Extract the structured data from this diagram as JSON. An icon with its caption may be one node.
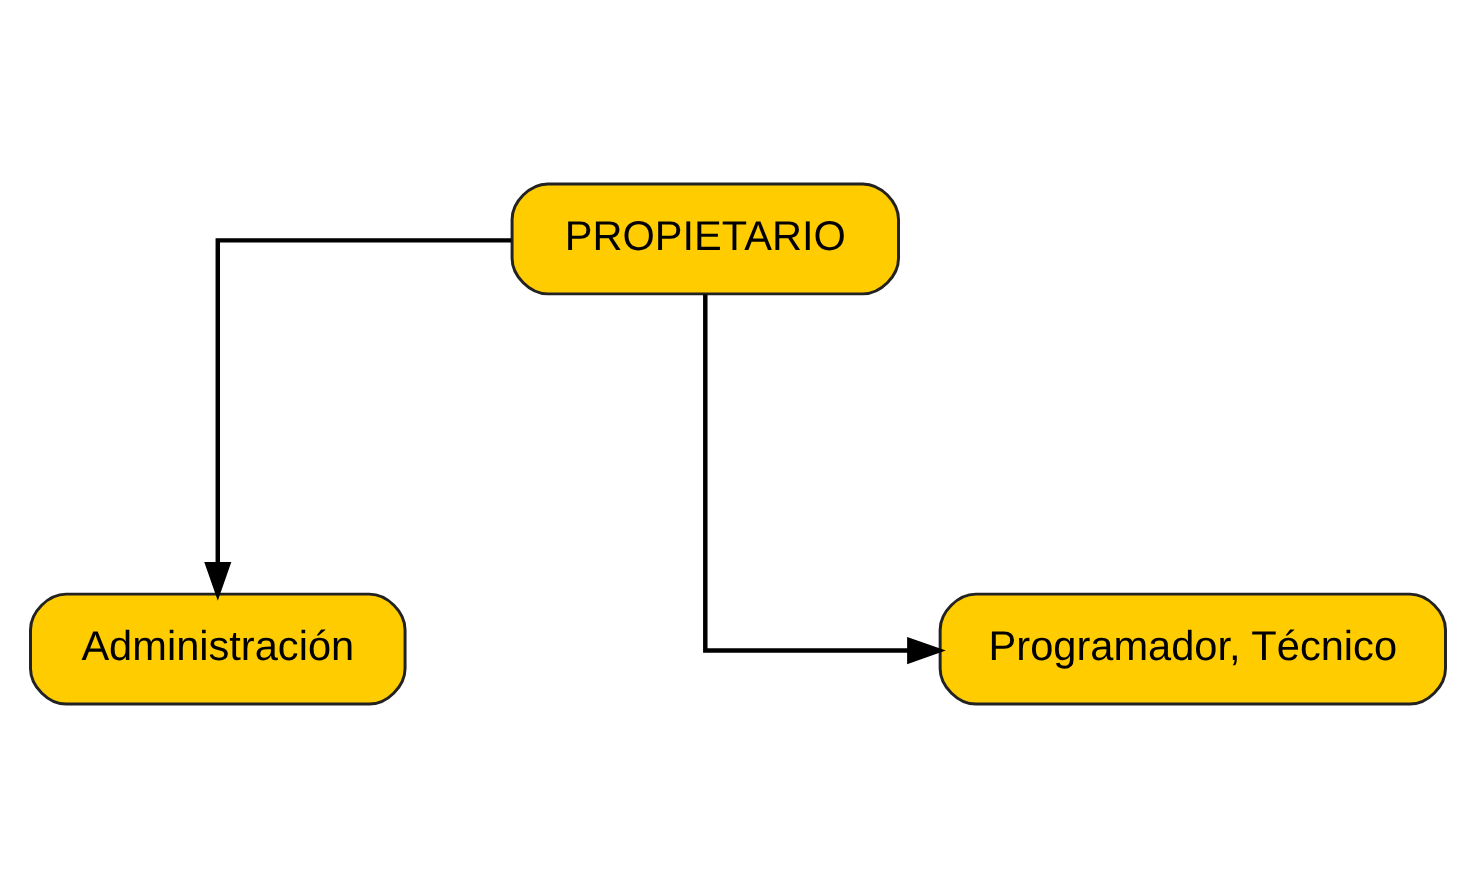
{
  "diagram": {
    "nodes": [
      {
        "text": [
          "PROPIETARIO"
        ]
      },
      {
        "text": [
          "Administración"
        ]
      },
      {
        "text": [
          "Programador, Técnico"
        ]
      }
    ],
    "edges": [
      {
        "from": 0,
        "to": 1,
        "arrow": "to"
      },
      {
        "from": 0,
        "to": 2,
        "arrow": "to"
      }
    ]
  }
}
